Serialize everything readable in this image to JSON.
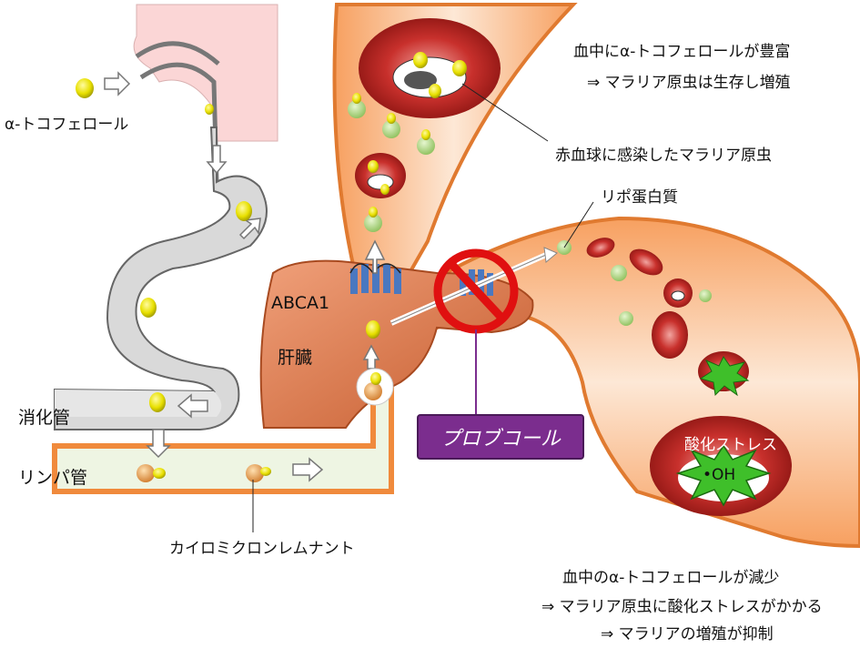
{
  "labels": {
    "tocopherol": "α-トコフェロール",
    "digestive": "消化管",
    "lymph": "リンパ管",
    "chylomicron": "カイロミクロンレムナント",
    "abca1": "ABCA1",
    "liver": "肝臓",
    "lipoprotein": "リポ蛋白質",
    "infected_rbc": "赤血球に感染したマラリア原虫",
    "oxidative_stress": "酸化ストレス",
    "oh": "•OH",
    "probucol": "プロブコール"
  },
  "notes": {
    "top_line1": "血中にα-トコフェロールが豊富",
    "top_line2": "⇒ マラリア原虫は生存し増殖",
    "bottom_line1": "血中のα-トコフェロールが減少",
    "bottom_line2": "⇒ マラリア原虫に酸化ストレスがかかる",
    "bottom_line3": "⇒ マラリアの増殖が抑制"
  },
  "colors": {
    "tocopherol": "#e8e000",
    "lipoprotein": "#a6cf7a",
    "rbc": "#c8302c",
    "vessel": "#f6b27a",
    "liver": "#d9703f",
    "probucol": "#7b2d8e",
    "stress": "#3fbf2a",
    "prohibit": "#e01010"
  }
}
